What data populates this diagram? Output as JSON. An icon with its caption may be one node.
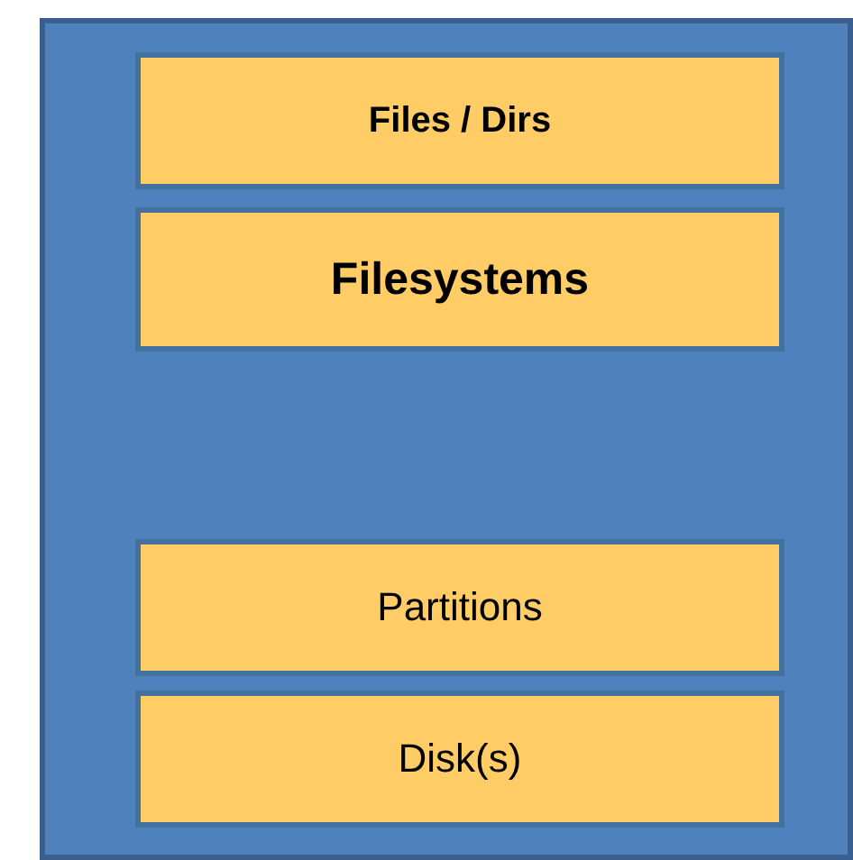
{
  "diagram": {
    "nodes": [
      {
        "text": [],
        "shape": "box"
      },
      {
        "text": [
          "Files / Dirs"
        ],
        "in": 0
      },
      {
        "text": [
          "Filesystems"
        ],
        "in": 0
      },
      {
        "text": [
          "Partitions"
        ],
        "in": 0
      },
      {
        "text": [
          "Disk(s)"
        ],
        "in": 0
      }
    ]
  }
}
